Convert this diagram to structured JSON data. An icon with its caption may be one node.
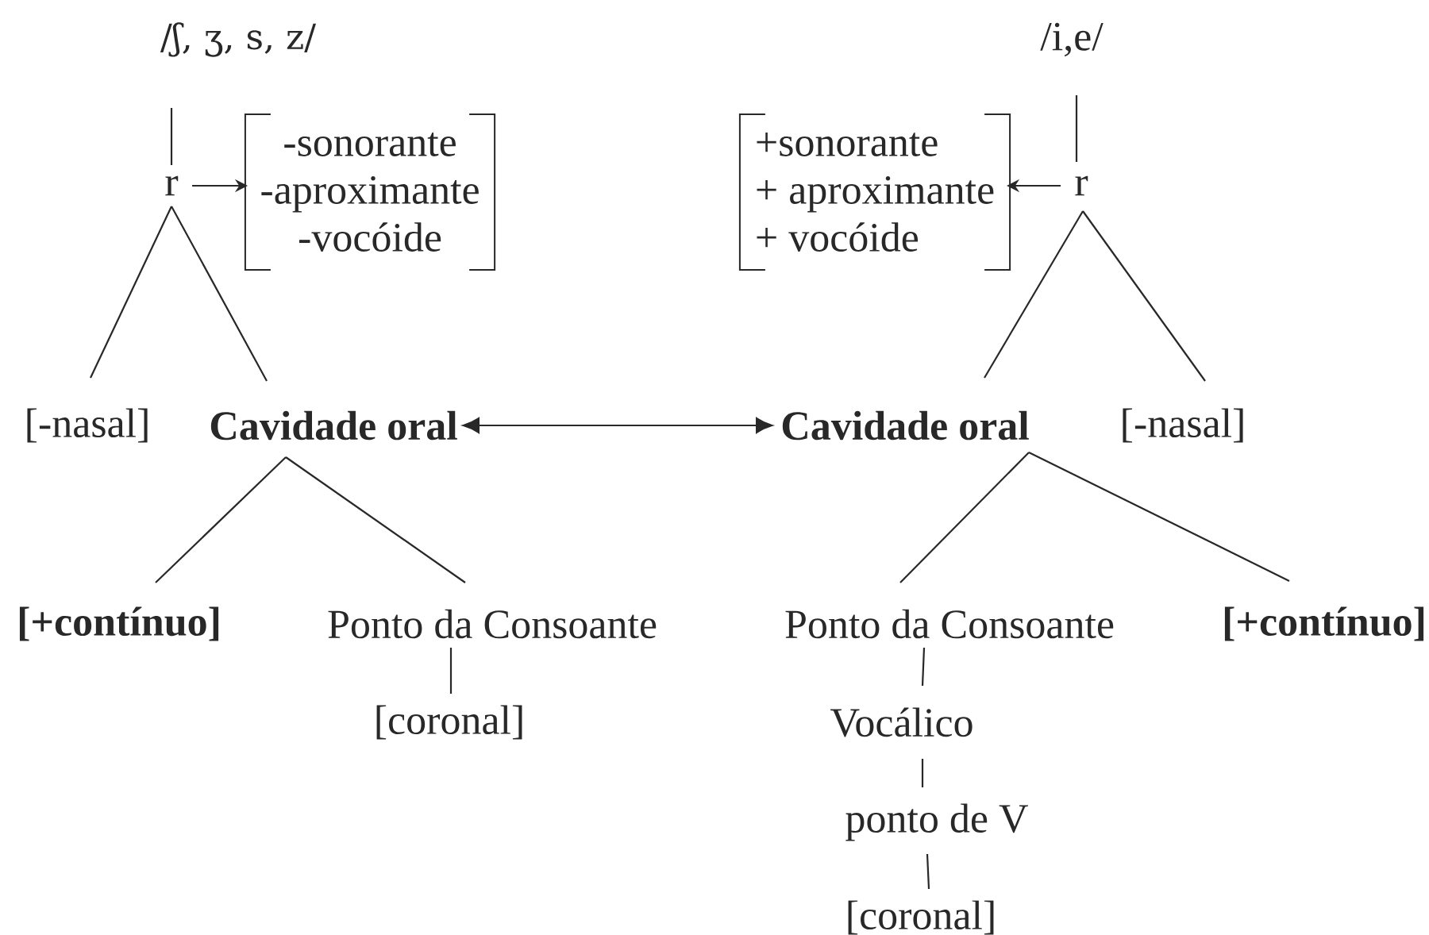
{
  "diagram": {
    "nodes": [
      {
        "text": [
          "/ʃ, ʒ, s, z/"
        ]
      },
      {
        "text": [
          "r"
        ]
      },
      {
        "text": [
          "-sonorante",
          "-aproximante",
          "-vocóide"
        ]
      },
      {
        "text": [
          "[-nasal]"
        ]
      },
      {
        "text": [
          "Cavidade oral"
        ]
      },
      {
        "text": [
          "[+contínuo]"
        ]
      },
      {
        "text": [
          "Ponto da Consoante"
        ]
      },
      {
        "text": [
          "[coronal]"
        ]
      },
      {
        "text": [
          "/i,e/"
        ]
      },
      {
        "text": [
          "r"
        ]
      },
      {
        "text": [
          "+sonorante",
          "+ aproximante",
          "+ vocóide"
        ]
      },
      {
        "text": [
          "Cavidade oral"
        ]
      },
      {
        "text": [
          "[-nasal]"
        ]
      },
      {
        "text": [
          "Ponto da Consoante"
        ]
      },
      {
        "text": [
          "[+contínuo]"
        ]
      },
      {
        "text": [
          "Vocálico"
        ]
      },
      {
        "text": [
          "ponto de V"
        ]
      },
      {
        "text": [
          "[coronal]"
        ]
      }
    ],
    "edges": [
      {
        "from": 0,
        "to": 1,
        "arrow": "none"
      },
      {
        "from": 1,
        "to": 2,
        "arrow": "to"
      },
      {
        "from": 1,
        "to": 3,
        "arrow": "none"
      },
      {
        "from": 1,
        "to": 4,
        "arrow": "none"
      },
      {
        "from": 4,
        "to": 11,
        "arrow": "both"
      },
      {
        "from": 4,
        "to": 5,
        "arrow": "none"
      },
      {
        "from": 4,
        "to": 6,
        "arrow": "none"
      },
      {
        "from": 6,
        "to": 7,
        "arrow": "none"
      },
      {
        "from": 8,
        "to": 9,
        "arrow": "none"
      },
      {
        "from": 9,
        "to": 10,
        "arrow": "to"
      },
      {
        "from": 9,
        "to": 11,
        "arrow": "none"
      },
      {
        "from": 9,
        "to": 12,
        "arrow": "none"
      },
      {
        "from": 11,
        "to": 13,
        "arrow": "none"
      },
      {
        "from": 11,
        "to": 14,
        "arrow": "none"
      },
      {
        "from": 13,
        "to": 15,
        "arrow": "none"
      },
      {
        "from": 15,
        "to": 16,
        "arrow": "none"
      },
      {
        "from": 16,
        "to": 17,
        "arrow": "none"
      }
    ]
  }
}
